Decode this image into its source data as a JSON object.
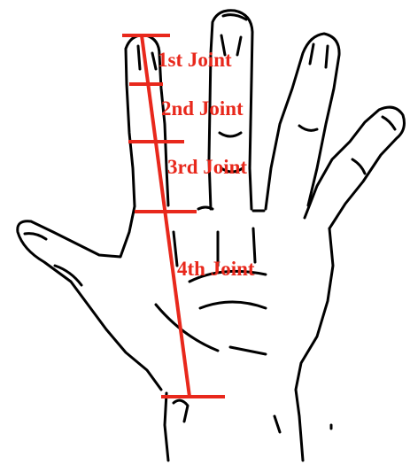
{
  "diagram": {
    "line_color": "#e8281c",
    "labels": [
      {
        "id": "joint-1",
        "text": "1st Joint"
      },
      {
        "id": "joint-2",
        "text": "2nd Joint"
      },
      {
        "id": "joint-3",
        "text": "3rd Joint"
      },
      {
        "id": "joint-4",
        "text": "4th Joint"
      }
    ]
  }
}
